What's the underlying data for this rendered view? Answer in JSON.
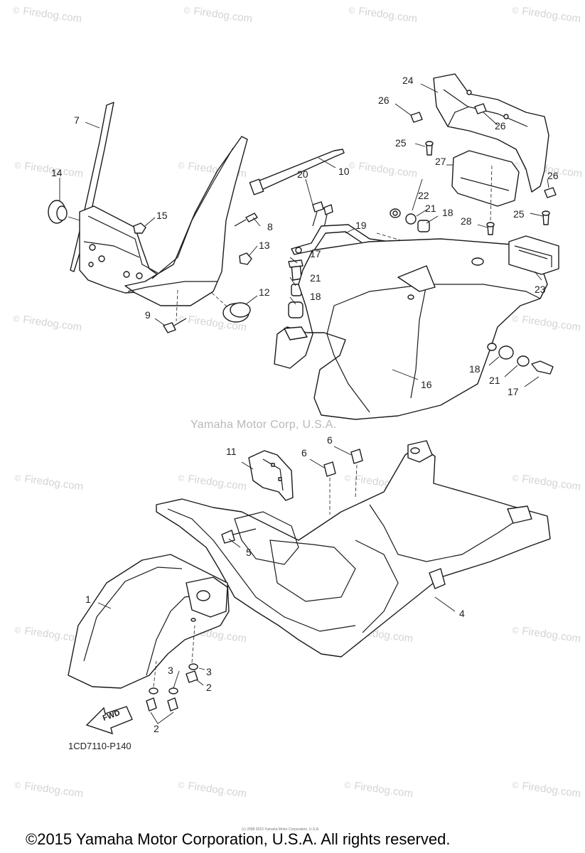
{
  "watermark": "© Firedog.com",
  "watermark_symbol": "©",
  "watermark_text": "Firedog.com",
  "center_watermark": "Yamaha Motor Corp, U.S.A.",
  "diagram_code": "1CD7110-P140",
  "fwd_label": "FWD",
  "copyright": "©2015 Yamaha Motor Corporation, U.S.A. All rights reserved.",
  "micro_copyright": "(c) 2008 2015 Yamaha Motor Corporation, U.S.A.",
  "callouts": {
    "c1": "1",
    "c2a": "2",
    "c2b": "2",
    "c3a": "3",
    "c3b": "3",
    "c4": "4",
    "c5": "5",
    "c6a": "6",
    "c6b": "6",
    "c7": "7",
    "c8": "8",
    "c9": "9",
    "c10": "10",
    "c11": "11",
    "c12": "12",
    "c13": "13",
    "c14": "14",
    "c15": "15",
    "c16": "16",
    "c17a": "17",
    "c17b": "17",
    "c18a": "18",
    "c18b": "18",
    "c18c": "18",
    "c19": "19",
    "c20": "20",
    "c21a": "21",
    "c21b": "21",
    "c21c": "21",
    "c22": "22",
    "c23": "23",
    "c24": "24",
    "c25a": "25",
    "c25b": "25",
    "c26a": "26",
    "c26b": "26",
    "c26c": "26",
    "c27": "27",
    "c28": "28"
  }
}
